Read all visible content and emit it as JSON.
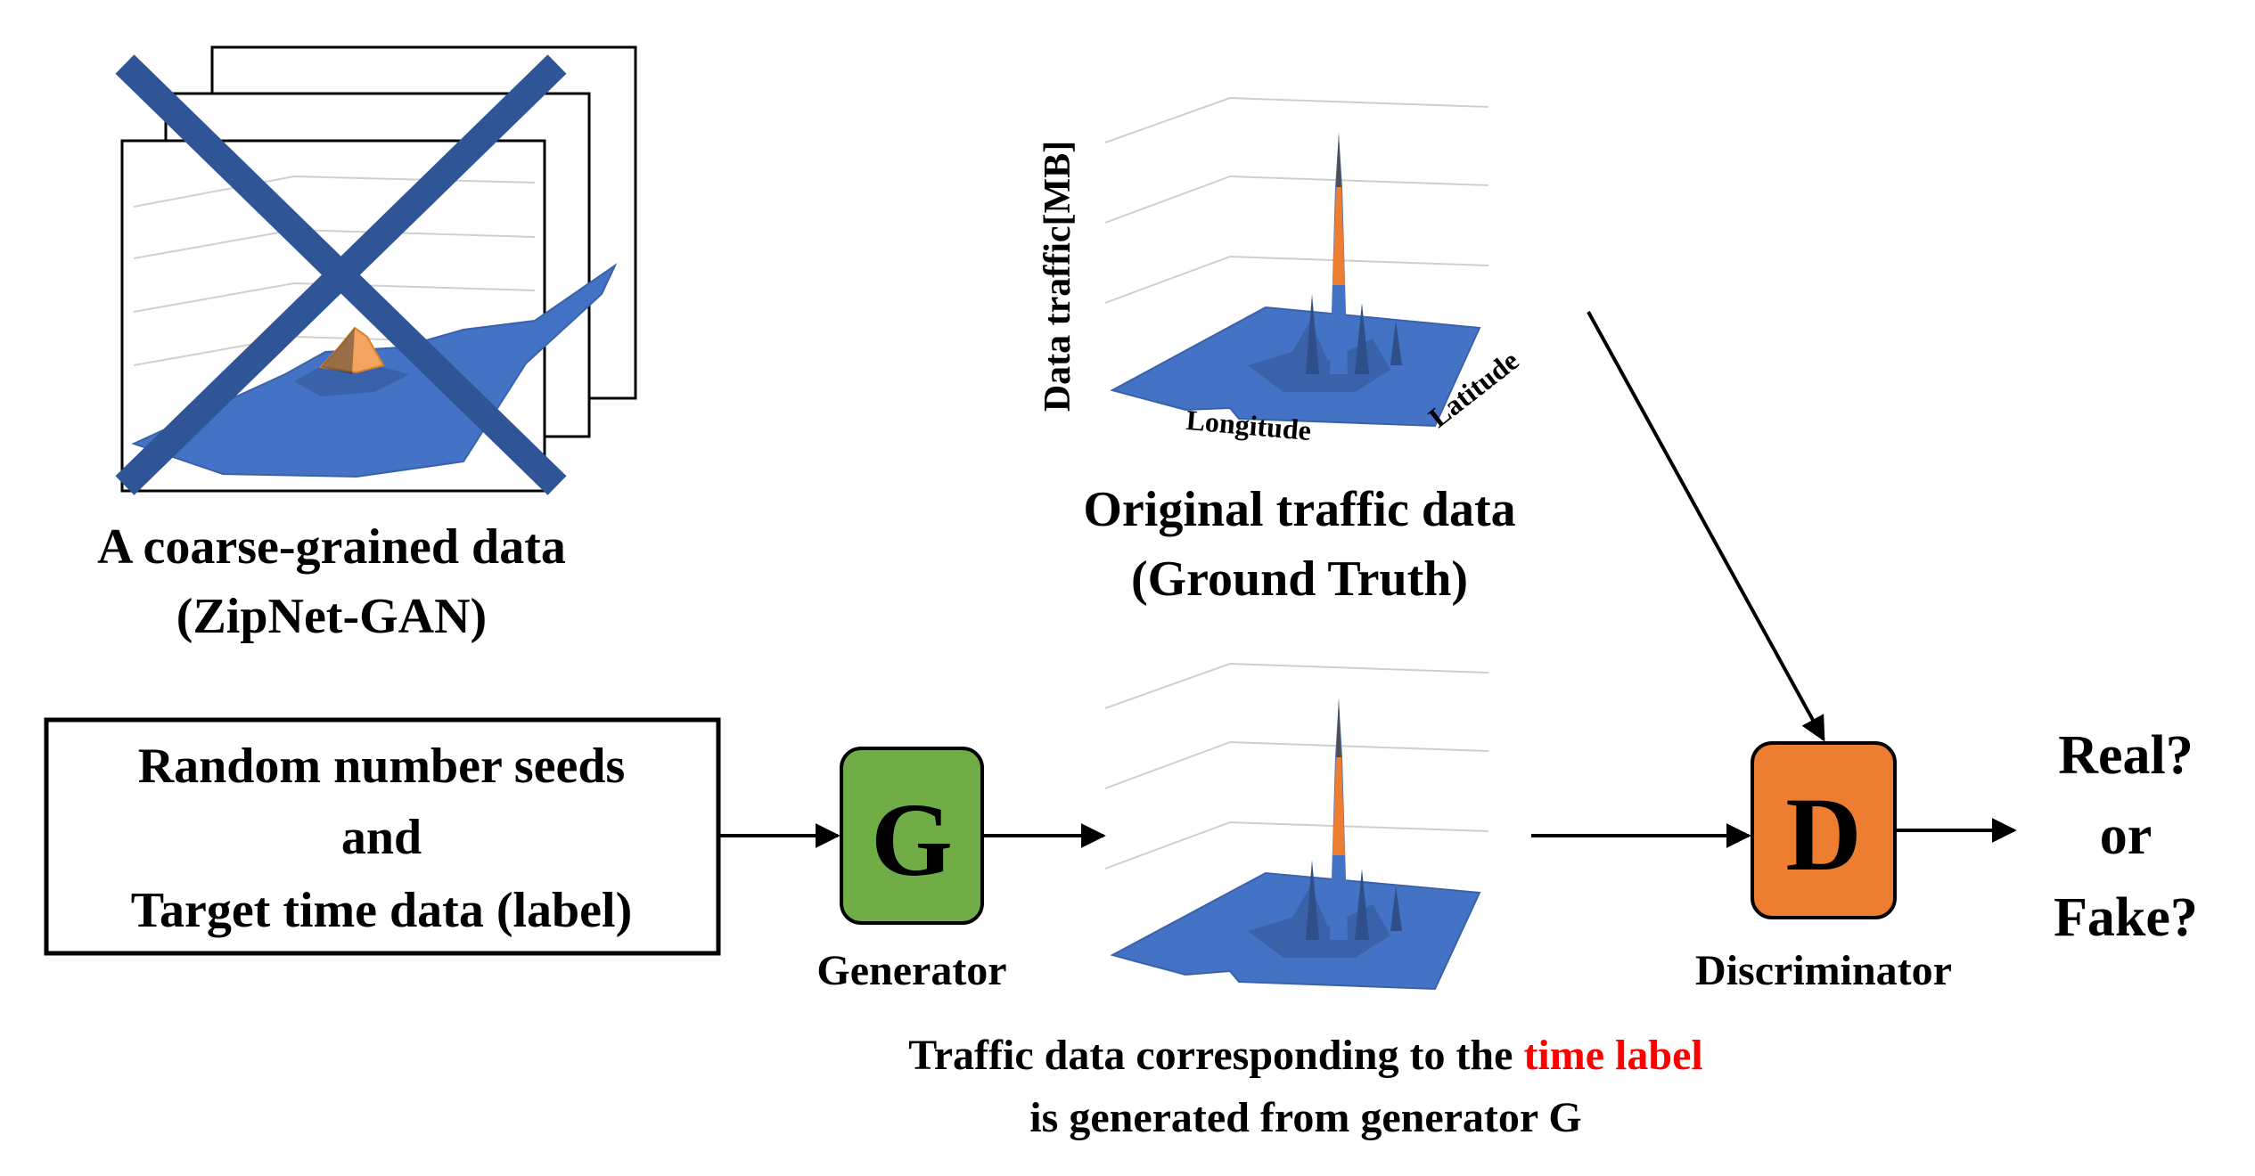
{
  "coarse": {
    "caption_line1": "A coarse-grained data",
    "caption_line2": "(ZipNet-GAN)"
  },
  "ground_truth": {
    "caption_line1": "Original traffic data",
    "caption_line2": "(Ground Truth)",
    "axis_z": "Data traffic[MB]",
    "axis_x": "Longitude",
    "axis_y": "Latitude"
  },
  "input_box": {
    "line1": "Random number seeds",
    "line2": "and",
    "line3": "Target time data (label)"
  },
  "generator": {
    "letter": "G",
    "label": "Generator",
    "color": "#70ad47"
  },
  "discriminator": {
    "letter": "D",
    "label": "Discriminator",
    "color": "#ed7d31"
  },
  "output": {
    "line1": "Real?",
    "line2": "or",
    "line3": "Fake?"
  },
  "generated_caption": {
    "line1_prefix": "Traffic data corresponding to the ",
    "line1_highlight": "time label",
    "line2": "is generated from generator G",
    "highlight_color": "#ff0000"
  },
  "colors": {
    "surface_blue": "#4472c4",
    "peak_orange": "#f4a460",
    "cross_blue": "#2f5597"
  }
}
